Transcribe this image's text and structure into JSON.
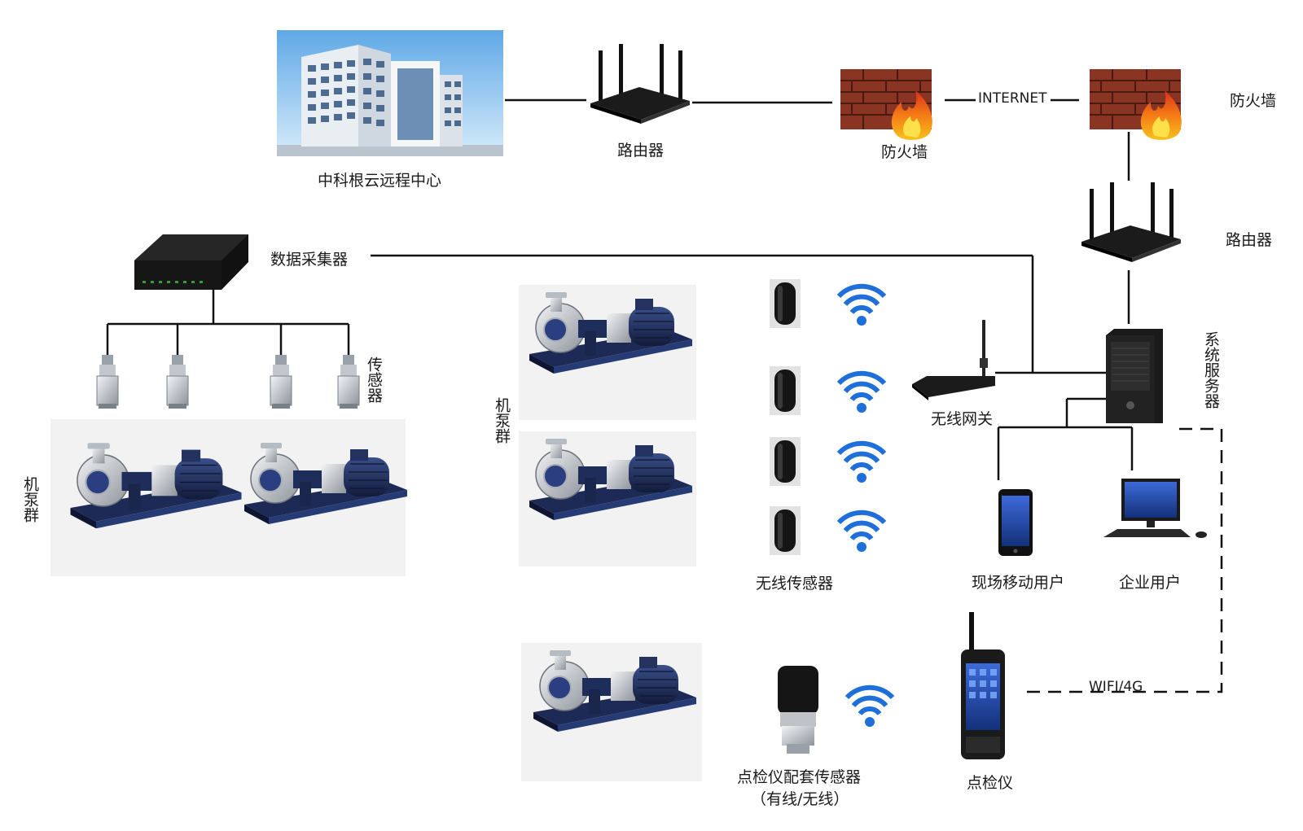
{
  "labels": {
    "remote_center": "中科根云远程中心",
    "router_top": "路由器",
    "firewall_mid": "防火墙",
    "internet": "INTERNET",
    "firewall_right": "防火墙",
    "router_right": "路由器",
    "system_server": "系统服务器",
    "data_collector": "数据采集器",
    "sensors": "传感器",
    "pump_group_left": "机泵群",
    "pump_group_mid": "机泵群",
    "wireless_sensor": "无线传感器",
    "wireless_gateway": "无线网关",
    "mobile_user": "现场移动用户",
    "enterprise_user": "企业用户",
    "wifi_4g": "WIFI/4G",
    "inspector_sensor_line1": "点检仪配套传感器",
    "inspector_sensor_line2": "（有线/无线）",
    "inspector": "点检仪"
  },
  "icons": {
    "building": "building-icon",
    "router": "router-icon",
    "firewall": "firewall-icon",
    "server": "server-tower-icon",
    "collector": "data-collector-box-icon",
    "sensor": "vibration-sensor-icon",
    "pump": "centrifugal-pump-icon",
    "wifi": "wifi-signal-icon",
    "phone": "smartphone-icon",
    "computer": "desktop-computer-icon",
    "handheld": "handheld-inspector-icon"
  },
  "colors": {
    "line": "#111111",
    "wifi": "#1e6fd9",
    "brick": "#8a3524",
    "flame": "#f26a1b",
    "pump_body": "#1f2d5a",
    "pump_steel": "#c8ccd2"
  }
}
